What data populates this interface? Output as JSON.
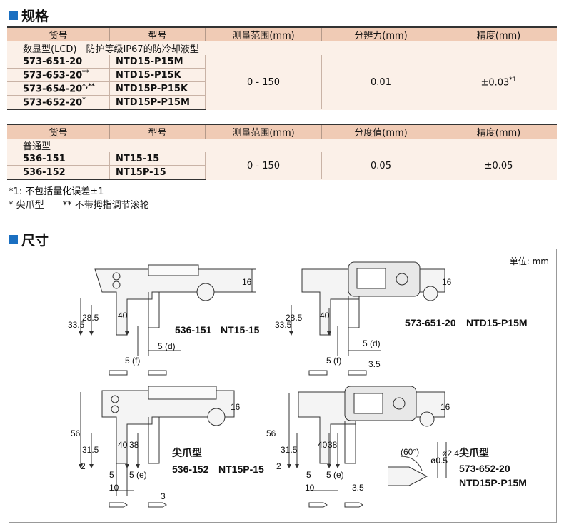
{
  "spec_heading": "规格",
  "dim_heading": "尺寸",
  "table1": {
    "headers": [
      "货号",
      "型号",
      "测量范围(mm)",
      "分辨力(mm)",
      "精度(mm)"
    ],
    "group": "数显型(LCD)　防护等级IP67的防冷却液型",
    "rows": [
      {
        "code": "573-651-20",
        "sup": "",
        "model": "NTD15-P15M"
      },
      {
        "code": "573-653-20",
        "sup": "**",
        "model": "NTD15-P15K"
      },
      {
        "code": "573-654-20",
        "sup": "*,**",
        "model": "NTD15P-P15K"
      },
      {
        "code": "573-652-20",
        "sup": "*",
        "model": "NTD15P-P15M"
      }
    ],
    "range": "0 - 150",
    "resolution": "0.01",
    "accuracy": "±0.03",
    "accuracy_sup": "*1"
  },
  "table2": {
    "headers": [
      "货号",
      "型号",
      "测量范围(mm)",
      "分度值(mm)",
      "精度(mm)"
    ],
    "group": "普通型",
    "rows": [
      {
        "code": "536-151",
        "model": "NT15-15"
      },
      {
        "code": "536-152",
        "model": "NT15P-15"
      }
    ],
    "range": "0 - 150",
    "graduation": "0.05",
    "accuracy": "±0.05"
  },
  "notes": [
    "*1: 不包括量化误差±1",
    "* 尖爪型　　** 不带拇指调节滚轮"
  ],
  "unit": "单位: mm",
  "labels": {
    "d1_code": "536-151",
    "d1_model": "NT15-15",
    "d2_code": "573-651-20",
    "d2_model": "NTD15-P15M",
    "d3_type": "尖爪型",
    "d3_code": "536-152",
    "d3_model": "NT15P-15",
    "d4_type": "尖爪型",
    "d4_code": "573-652-20",
    "d4_model": "NTD15P-P15M",
    "dim16": "16",
    "dim33_5": "33.5",
    "dim28_5": "28.5",
    "dim40": "40",
    "dim5d": "5 (d)",
    "dim5f": "5 (f)",
    "dim3_5": "3.5",
    "dim56": "56",
    "dim31_5": "31.5",
    "dim38": "38",
    "dim2": "2",
    "dim5": "5",
    "dim5e": "5 (e)",
    "dim10": "10",
    "dim3": "3",
    "dim60": "(60°)",
    "dim0_5": "ø0.5",
    "dim2_4": "ø2.4"
  }
}
